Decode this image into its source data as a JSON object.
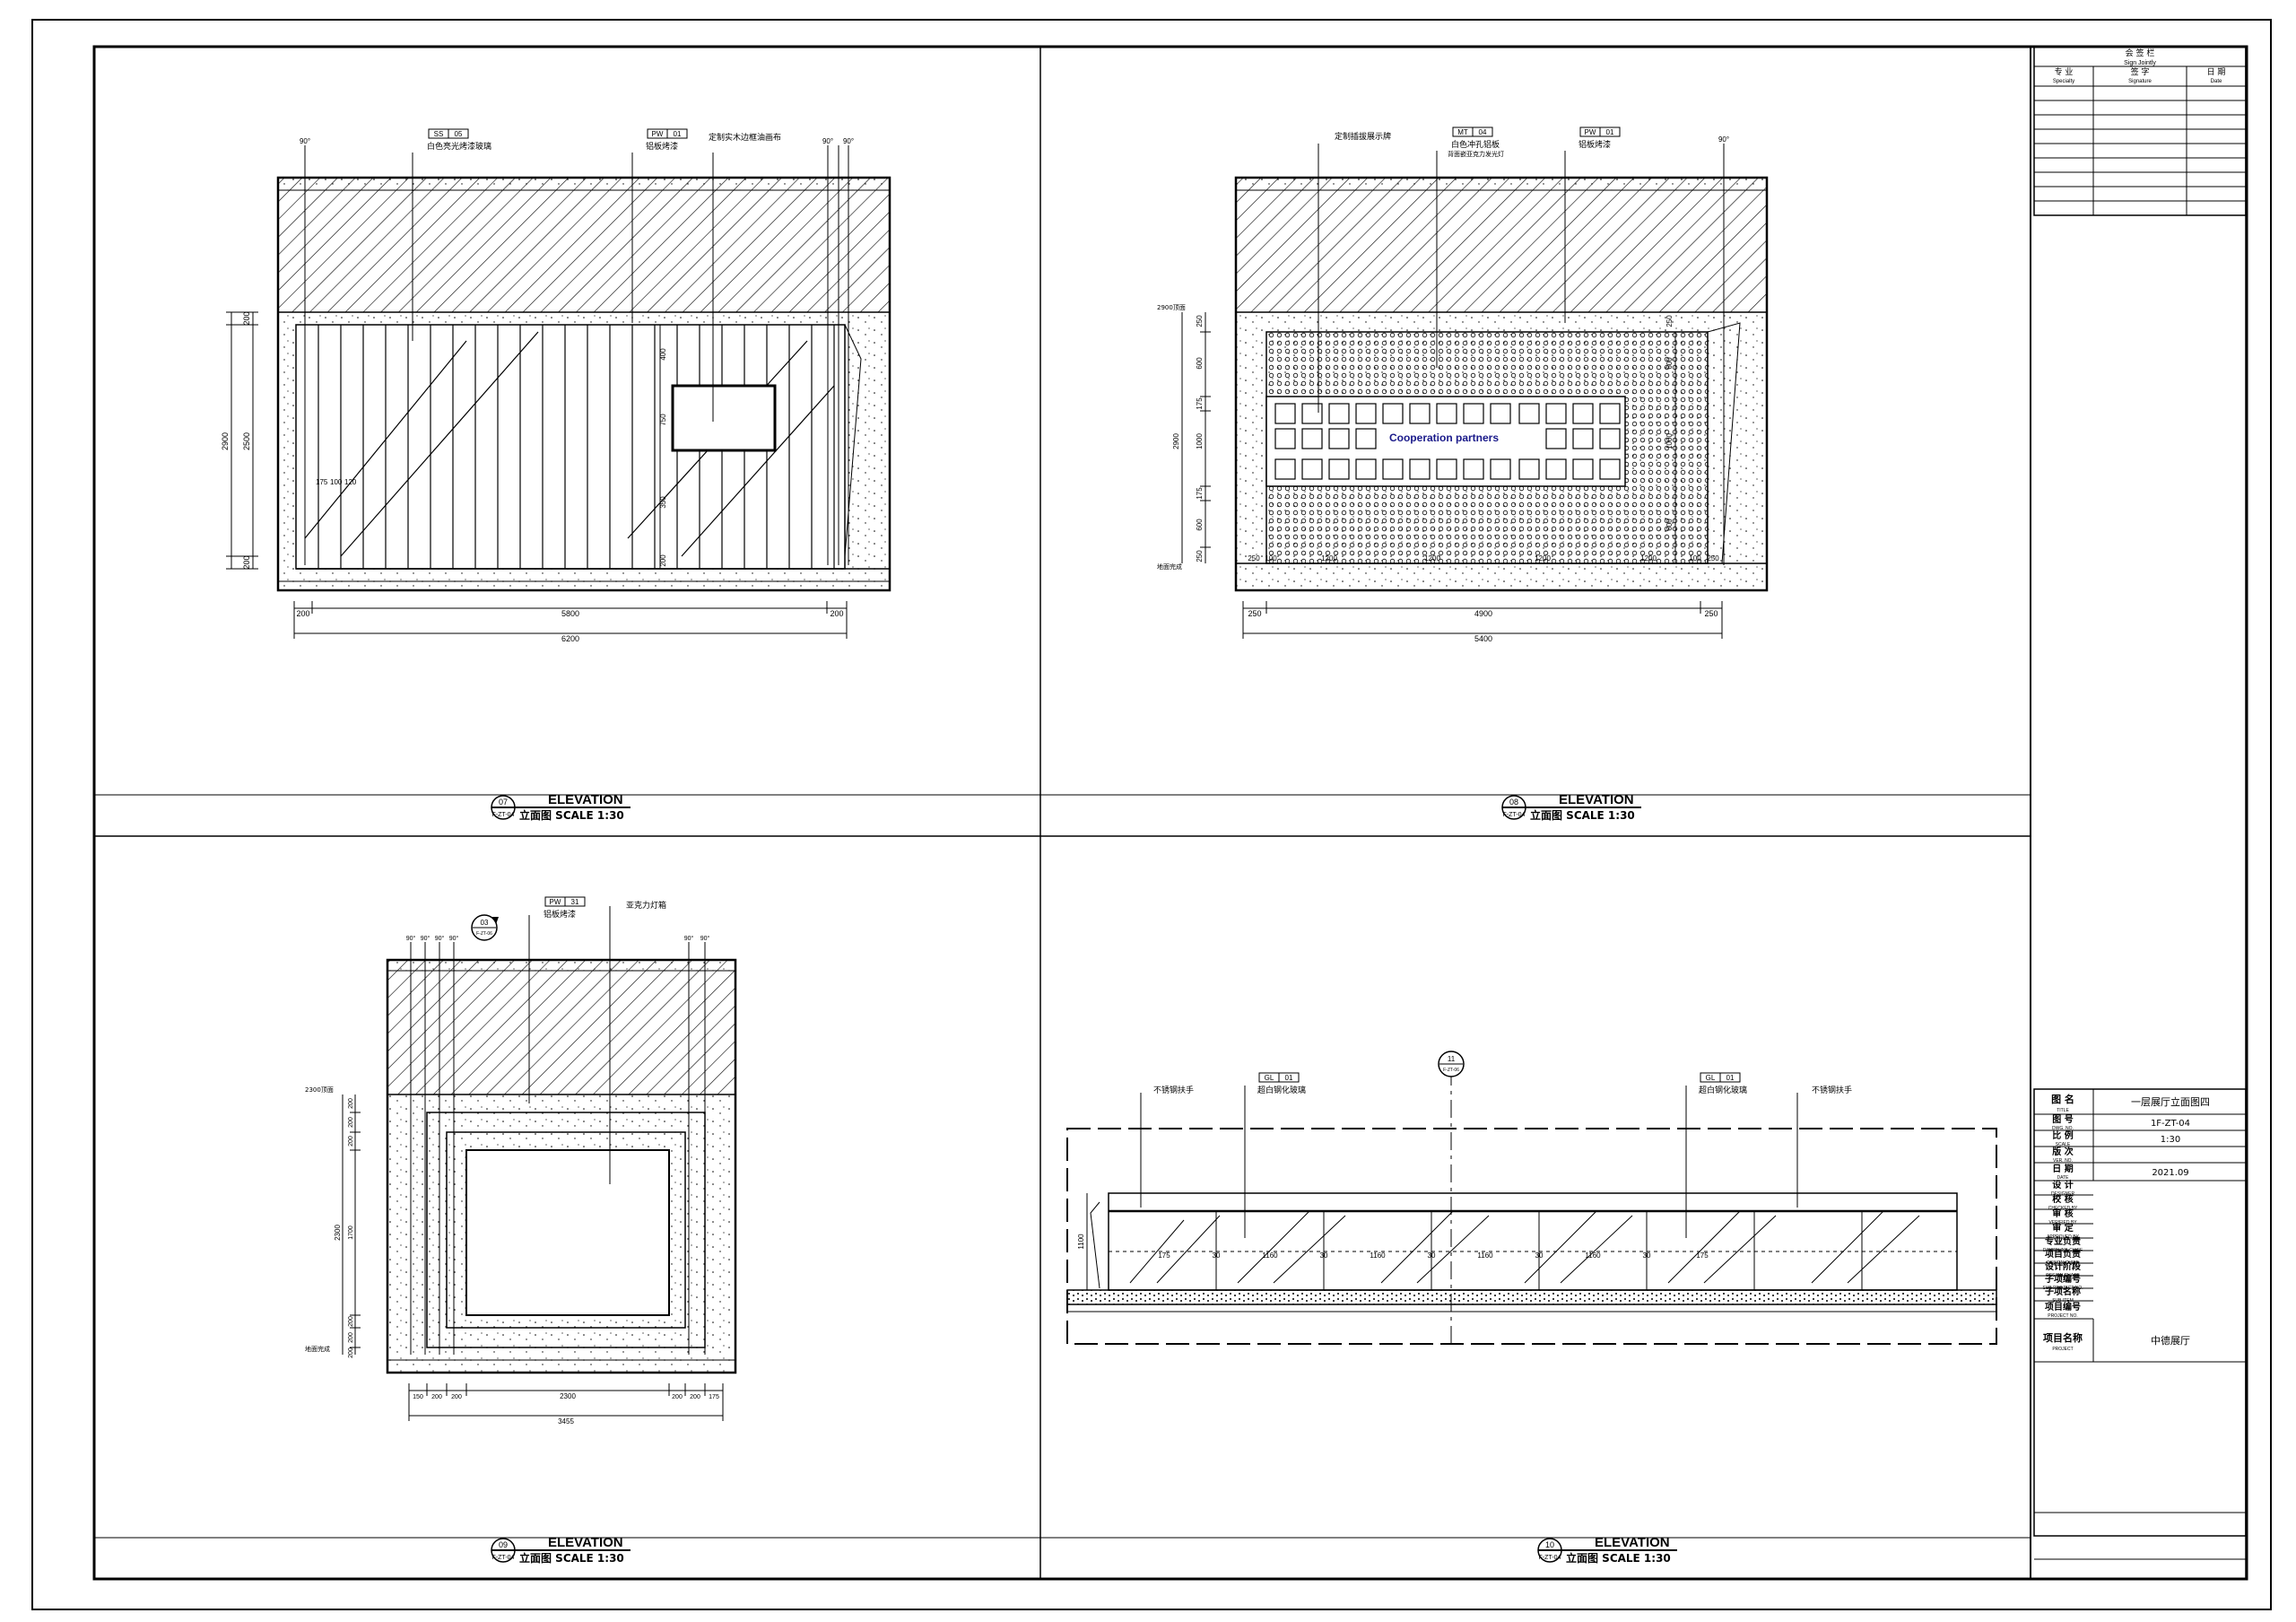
{
  "sign_block": {
    "title": "会 签 栏",
    "title_en": "Sign Jointly",
    "columns": [
      {
        "cn": "专 业",
        "en": "Specialty"
      },
      {
        "cn": "签 字",
        "en": "Signature"
      },
      {
        "cn": "日 期",
        "en": "Date"
      }
    ]
  },
  "title_block": {
    "rows": [
      {
        "cn": "图 名",
        "en": "TITLE",
        "value": "一层展厅立面图四"
      },
      {
        "cn": "图 号",
        "en": "DWG. NO.",
        "value": "1F-ZT-04"
      },
      {
        "cn": "比 例",
        "en": "SCALE",
        "value": "1:30"
      },
      {
        "cn": "版 次",
        "en": "VER. NO.",
        "value": ""
      },
      {
        "cn": "日 期",
        "en": "DATE",
        "value": "2021.09"
      },
      {
        "cn": "设 计",
        "en": "DESIGNER",
        "value": ""
      },
      {
        "cn": "校 核",
        "en": "CHECKED BY",
        "value": ""
      },
      {
        "cn": "审 核",
        "en": "VERIFIED BY",
        "value": ""
      },
      {
        "cn": "审 定",
        "en": "APPROVED BY",
        "value": ""
      },
      {
        "cn": "专业负责",
        "en": "DISCIPLINE CHIEF",
        "value": ""
      },
      {
        "cn": "项目负责",
        "en": "DESIGN CHIEF",
        "value": ""
      },
      {
        "cn": "设计阶段",
        "en": "DESIGN PHASE",
        "value": ""
      },
      {
        "cn": "子项编号",
        "en": "SUB PROJECT NO.",
        "value": ""
      },
      {
        "cn": "子项名称",
        "en": "SUB ITEM",
        "value": ""
      },
      {
        "cn": "项目编号",
        "en": "PROJECT NO.",
        "value": ""
      },
      {
        "cn": "项目名称",
        "en": "PROJECT",
        "value": "中德展厅"
      }
    ]
  },
  "views": [
    {
      "number": "07",
      "sheet": "F-ZT-04",
      "title": "ELEVATION",
      "subtitle": "立面图 SCALE 1:30",
      "tags": [
        {
          "code": "SS",
          "num": "05",
          "label": "白色亮光烤漆玻璃"
        },
        {
          "code": "PW",
          "num": "01",
          "label": "铝板烤漆"
        }
      ],
      "notes": [
        "定制实木边框油画布"
      ],
      "angles": [
        "90°",
        "90°",
        "90°"
      ],
      "dims_vertical": [
        "200",
        "2500",
        "200",
        "2900"
      ],
      "dims_horizontal": [
        "200",
        "5800",
        "200",
        "6200"
      ],
      "dims_inner": [
        "400",
        "750",
        "350",
        "200"
      ],
      "dims_small": [
        "175",
        "100",
        "120"
      ]
    },
    {
      "number": "08",
      "sheet": "F-ZT-04",
      "title": "ELEVATION",
      "subtitle": "立面图 SCALE 1:30",
      "tags": [
        {
          "code": "MT",
          "num": "04",
          "label": "白色冲孔铝板"
        },
        {
          "code": "PW",
          "num": "01",
          "label": "铝板烤漆"
        }
      ],
      "tag_sublabels": [
        "背面嵌亚克力发光灯"
      ],
      "notes": [
        "定制插拔展示牌"
      ],
      "angles": [
        "90°"
      ],
      "center_text": "Cooperation partners",
      "levels": [
        "2900顶面",
        "地面完成"
      ],
      "dims_vertical": [
        "250",
        "600",
        "175",
        "1000",
        "175",
        "600",
        "250",
        "2900"
      ],
      "dims_right": [
        "250",
        "600",
        "1000",
        "600"
      ],
      "dims_bottom_inner": [
        "250",
        "100",
        "1200",
        "1200",
        "1200",
        "1200",
        "100",
        "250"
      ],
      "dims_horizontal": [
        "250",
        "4900",
        "250",
        "5400"
      ]
    },
    {
      "number": "09",
      "sheet": "F-ZT-04",
      "title": "ELEVATION",
      "subtitle": "立面图 SCALE 1:30",
      "tags": [
        {
          "code": "PW",
          "num": "31",
          "label": "铝板烤漆"
        }
      ],
      "notes": [
        "亚克力灯箱"
      ],
      "section_mark": {
        "num": "03",
        "sheet": "F-ZT-06"
      },
      "angles": [
        "90°",
        "90°",
        "90°",
        "90°",
        "90°",
        "90°"
      ],
      "levels": [
        "2300顶面",
        "地面完成"
      ],
      "dims_vertical": [
        "200",
        "200",
        "200",
        "1700",
        "200",
        "200",
        "200",
        "2300"
      ],
      "dims_horizontal": [
        "150",
        "200",
        "200",
        "2300",
        "200",
        "200",
        "175",
        "3455"
      ]
    },
    {
      "number": "10",
      "sheet": "F-ZT-04",
      "title": "ELEVATION",
      "subtitle": "立面图 SCALE 1:30",
      "tags": [
        {
          "code": "GL",
          "num": "01",
          "label": "超白钢化玻璃"
        },
        {
          "code": "GL",
          "num": "01",
          "label": "超白钢化玻璃"
        }
      ],
      "notes": [
        "不锈钢扶手",
        "不锈钢扶手"
      ],
      "section_mark": {
        "num": "11",
        "sheet": "F-ZT-06"
      },
      "dims_vertical": [
        "1100"
      ],
      "dims_horizontal": [
        "175",
        "30",
        "1160",
        "30",
        "1160",
        "30",
        "1160",
        "30",
        "1160",
        "30",
        "175"
      ]
    }
  ]
}
